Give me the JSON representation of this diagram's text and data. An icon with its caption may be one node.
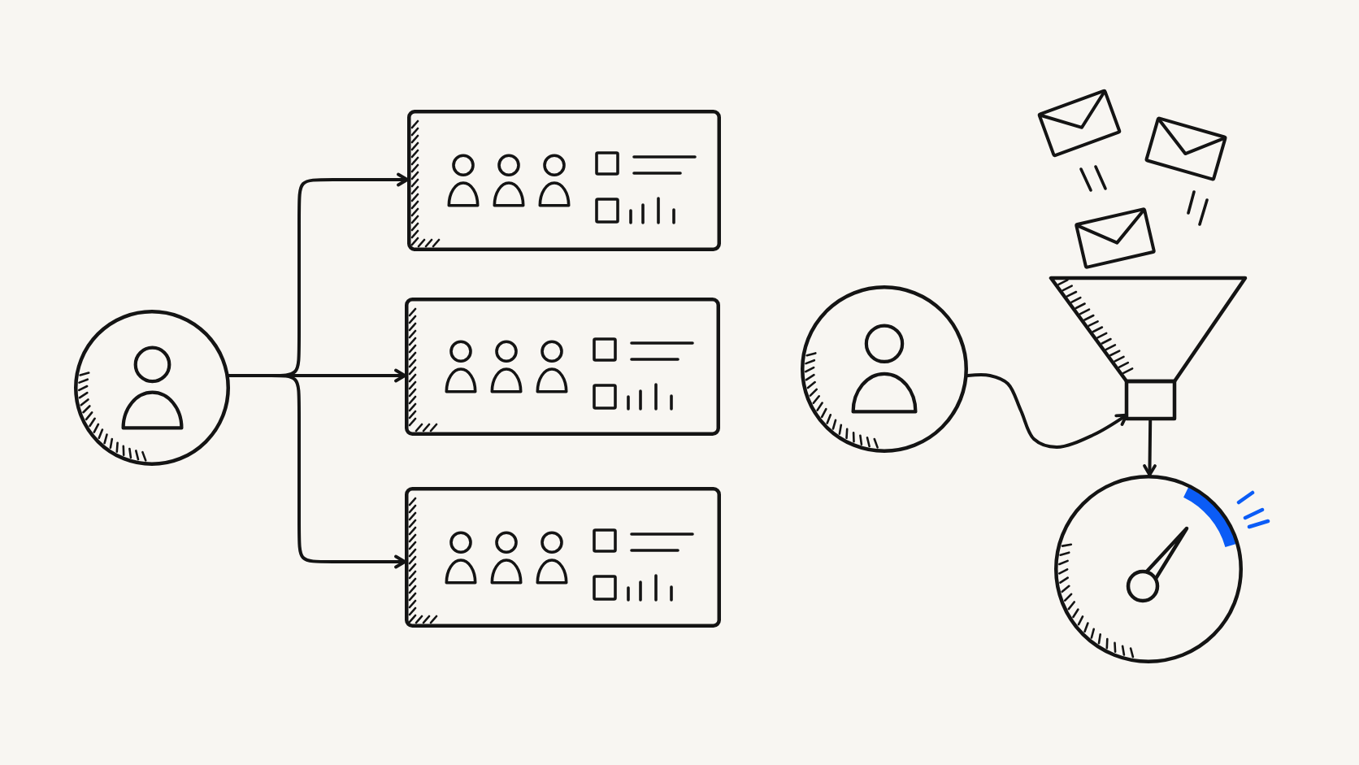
{
  "diagram": {
    "nodes": [
      {
        "text": [],
        "shape": "person"
      },
      {
        "text": [],
        "shape": "box"
      },
      {
        "text": [],
        "shape": "box"
      },
      {
        "text": [],
        "shape": "box"
      },
      {
        "text": [],
        "shape": "person"
      },
      {
        "text": [],
        "shape": "funnel"
      },
      {
        "text": [],
        "shape": "gauge"
      }
    ],
    "edges": [
      {
        "from": 0,
        "to": 1,
        "arrow": "to"
      },
      {
        "from": 0,
        "to": 2,
        "arrow": "to"
      },
      {
        "from": 0,
        "to": 3,
        "arrow": "to"
      },
      {
        "from": 4,
        "to": 5,
        "arrow": "to"
      },
      {
        "from": 5,
        "to": 6,
        "arrow": "to"
      }
    ]
  }
}
